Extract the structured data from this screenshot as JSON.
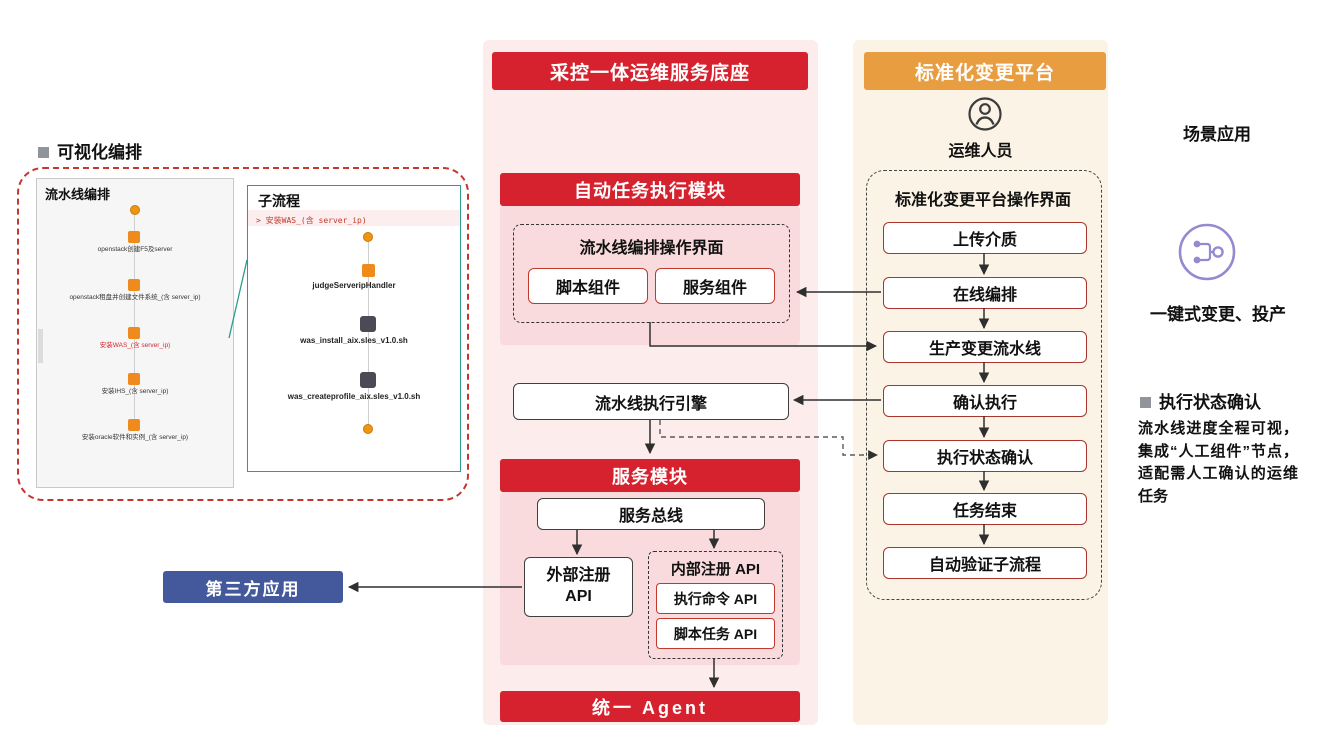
{
  "left": {
    "section_label": "可视化编排",
    "panel1": {
      "title": "流水线编排",
      "nodes": [
        "openstack创建F5及server",
        "openstack租盘并创建文件系统_(含 server_ip)",
        "安装WAS_(含 server_ip)",
        "安装IHS_(含 server_ip)",
        "安装oracle软件和实例_(含 server_ip)"
      ]
    },
    "panel2": {
      "title": "子流程",
      "code_line": "> 安装WAS_(含 server_ip)",
      "nodes": [
        "judgeServeripHandler",
        "was_install_aix.sles_v1.0.sh",
        "was_createprofile_aix.sles_v1.0.sh"
      ]
    }
  },
  "middle": {
    "header": "采控一体运维服务底座",
    "module1": {
      "header": "自动任务执行模块",
      "panel_title": "流水线编排操作界面",
      "components": [
        "脚本组件",
        "服务组件"
      ],
      "engine": "流水线执行引擎"
    },
    "module2": {
      "header": "服务模块",
      "bus": "服务总线",
      "external_api": "外部注册\nAPI",
      "internal_title": "内部注册 API",
      "apis": [
        "执行命令 API",
        "脚本任务 API"
      ]
    },
    "agent": "统一 Agent"
  },
  "right": {
    "header": "标准化变更平台",
    "role": "运维人员",
    "panel_title": "标准化变更平台操作界面",
    "steps": [
      "上传介质",
      "在线编排",
      "生产变更流水线",
      "确认执行",
      "执行状态确认",
      "任务结束",
      "自动验证子流程"
    ]
  },
  "scene": {
    "title": "场景应用",
    "caption": "一键式变更、投产",
    "status_title": "执行状态确认",
    "status_text": "流水线进度全程可视，集成“人工组件”节点，适配需人工确认的运维任务"
  },
  "third_party": {
    "label": "第三方应用"
  },
  "colors": {
    "red": "#d6222e",
    "orange": "#e99d41",
    "blue": "#44599b",
    "purple": "#938bd2"
  }
}
